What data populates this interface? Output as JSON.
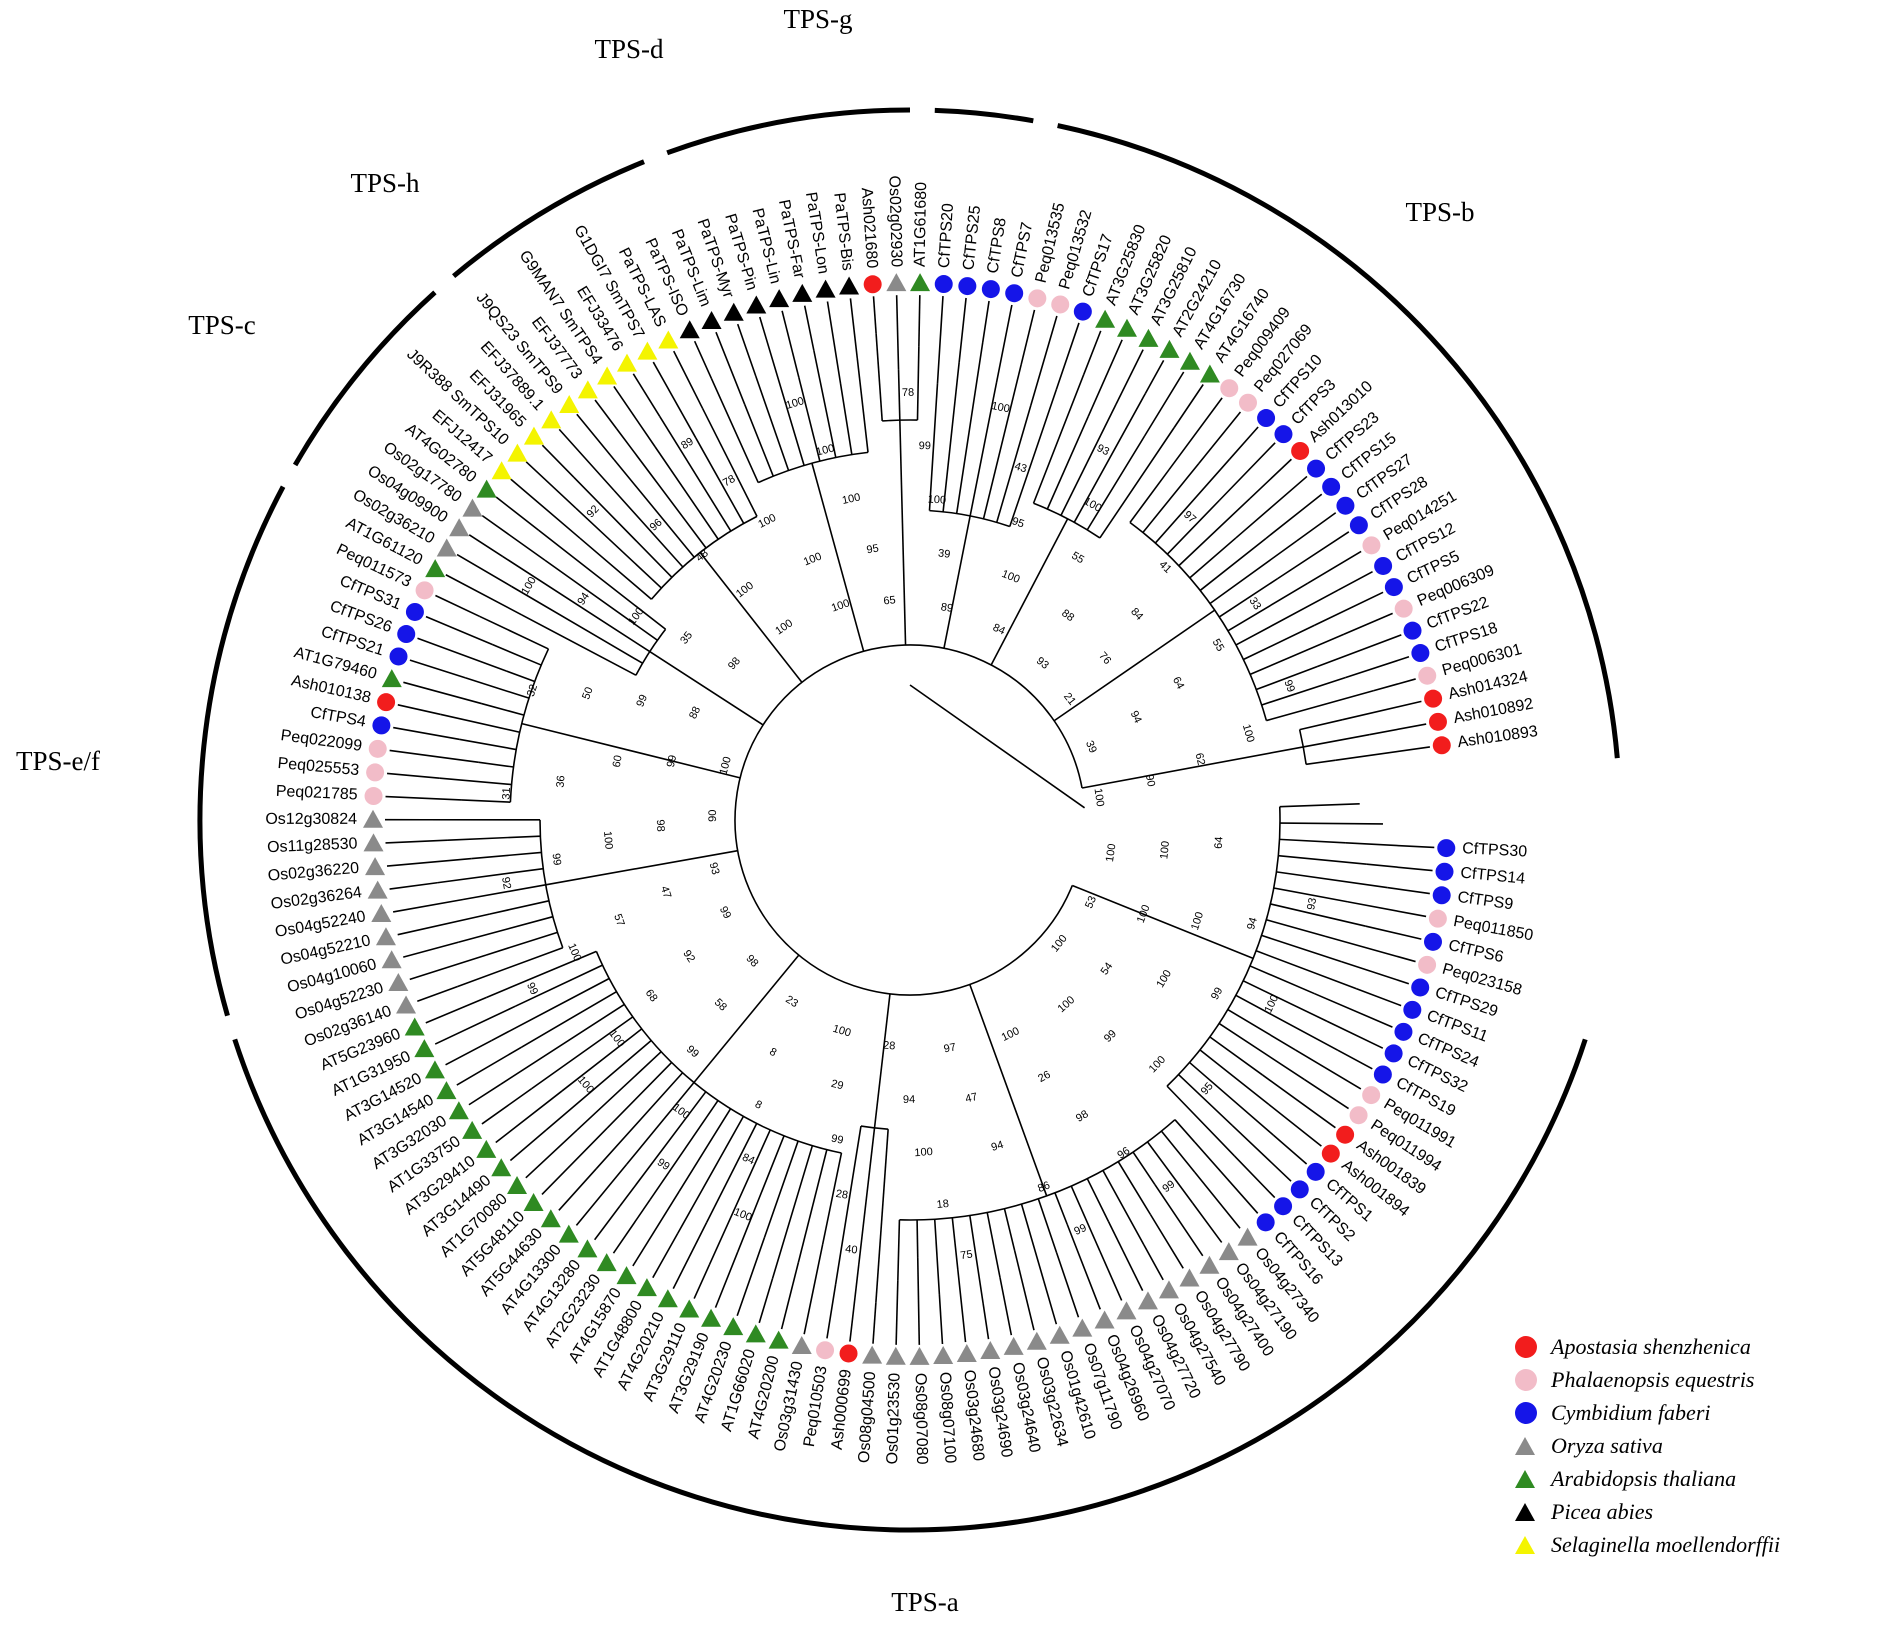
{
  "title": "",
  "clades": [
    {
      "id": "TPS-g",
      "label": "TPS-g"
    },
    {
      "id": "TPS-d",
      "label": "TPS-d"
    },
    {
      "id": "TPS-h",
      "label": "TPS-h"
    },
    {
      "id": "TPS-c",
      "label": "TPS-c"
    },
    {
      "id": "TPS-e/f",
      "label": "TPS-e/f"
    },
    {
      "id": "TPS-a",
      "label": "TPS-a"
    },
    {
      "id": "TPS-b",
      "label": "TPS-b"
    }
  ],
  "species": [
    {
      "key": "ash",
      "name": "Apostasia shenzhenica",
      "marker": "circle",
      "color": "#f21d1d"
    },
    {
      "key": "peq",
      "name": "Phalaenopsis equestris",
      "marker": "circle",
      "color": "#f2bcc8"
    },
    {
      "key": "cf",
      "name": "Cymbidium faberi",
      "marker": "circle",
      "color": "#1515e8"
    },
    {
      "key": "os",
      "name": "Oryza sativa",
      "marker": "triangle",
      "color": "#8a8a8a"
    },
    {
      "key": "at",
      "name": "Arabidopsis thaliana",
      "marker": "triangle",
      "color": "#2f8a22"
    },
    {
      "key": "pa",
      "name": "Picea abies",
      "marker": "triangle",
      "color": "#000000"
    },
    {
      "key": "sm",
      "name": "Selaginella moellendorffii",
      "marker": "triangle",
      "color": "#f4f400"
    }
  ],
  "leaves": [
    {
      "label": "Ash010893",
      "sp": "ash"
    },
    {
      "label": "Ash010892",
      "sp": "ash"
    },
    {
      "label": "Ash014324",
      "sp": "ash"
    },
    {
      "label": "Peq006301",
      "sp": "peq"
    },
    {
      "label": "CfTPS18",
      "sp": "cf"
    },
    {
      "label": "CfTPS22",
      "sp": "cf"
    },
    {
      "label": "Peq006309",
      "sp": "peq"
    },
    {
      "label": "CfTPS5",
      "sp": "cf"
    },
    {
      "label": "CfTPS12",
      "sp": "cf"
    },
    {
      "label": "Peq014251",
      "sp": "peq"
    },
    {
      "label": "CfTPS28",
      "sp": "cf"
    },
    {
      "label": "CfTPS27",
      "sp": "cf"
    },
    {
      "label": "CfTPS15",
      "sp": "cf"
    },
    {
      "label": "CfTPS23",
      "sp": "cf"
    },
    {
      "label": "Ash013010",
      "sp": "ash"
    },
    {
      "label": "CfTPS3",
      "sp": "cf"
    },
    {
      "label": "CfTPS10",
      "sp": "cf"
    },
    {
      "label": "Peq027069",
      "sp": "peq"
    },
    {
      "label": "Peq009409",
      "sp": "peq"
    },
    {
      "label": "AT4G16740",
      "sp": "at"
    },
    {
      "label": "AT4G16730",
      "sp": "at"
    },
    {
      "label": "AT2G24210",
      "sp": "at"
    },
    {
      "label": "AT3G25810",
      "sp": "at"
    },
    {
      "label": "AT3G25820",
      "sp": "at"
    },
    {
      "label": "AT3G25830",
      "sp": "at"
    },
    {
      "label": "CfTPS17",
      "sp": "cf"
    },
    {
      "label": "Peq013532",
      "sp": "peq"
    },
    {
      "label": "Peq013535",
      "sp": "peq"
    },
    {
      "label": "CfTPS7",
      "sp": "cf"
    },
    {
      "label": "CfTPS8",
      "sp": "cf"
    },
    {
      "label": "CfTPS25",
      "sp": "cf"
    },
    {
      "label": "CfTPS20",
      "sp": "cf"
    },
    {
      "label": "AT1G61680",
      "sp": "at"
    },
    {
      "label": "Os02g02930",
      "sp": "os"
    },
    {
      "label": "Ash021680",
      "sp": "ash"
    },
    {
      "label": "PaTPS-Bis",
      "sp": "pa"
    },
    {
      "label": "PaTPS-Lon",
      "sp": "pa"
    },
    {
      "label": "PaTPS-Far",
      "sp": "pa"
    },
    {
      "label": "PaTPS-Lin",
      "sp": "pa"
    },
    {
      "label": "PaTPS-Pin",
      "sp": "pa"
    },
    {
      "label": "PaTPS-Myr",
      "sp": "pa"
    },
    {
      "label": "PaTPS-Lim",
      "sp": "pa"
    },
    {
      "label": "PaTPS-ISO",
      "sp": "pa"
    },
    {
      "label": "PaTPS-LAS",
      "sp": "sm"
    },
    {
      "label": "G1DGI7 SmTPS7",
      "sp": "sm"
    },
    {
      "label": "EFJ33476",
      "sp": "sm"
    },
    {
      "label": "G9MAN7 SmTPS4",
      "sp": "sm"
    },
    {
      "label": "EFJ37773",
      "sp": "sm"
    },
    {
      "label": "J9QS23 SmTPS9",
      "sp": "sm"
    },
    {
      "label": "EFJ37889.1",
      "sp": "sm"
    },
    {
      "label": "EFJ31965",
      "sp": "sm"
    },
    {
      "label": "J9R388 SmTPS10",
      "sp": "sm"
    },
    {
      "label": "EFJ12417",
      "sp": "sm"
    },
    {
      "label": "AT4G02780",
      "sp": "at"
    },
    {
      "label": "Os02g17780",
      "sp": "os"
    },
    {
      "label": "Os04g09900",
      "sp": "os"
    },
    {
      "label": "Os02g36210",
      "sp": "os"
    },
    {
      "label": "AT1G61120",
      "sp": "at"
    },
    {
      "label": "Peq011573",
      "sp": "peq"
    },
    {
      "label": "CfTPS31",
      "sp": "cf"
    },
    {
      "label": "CfTPS26",
      "sp": "cf"
    },
    {
      "label": "CfTPS21",
      "sp": "cf"
    },
    {
      "label": "AT1G79460",
      "sp": "at"
    },
    {
      "label": "Ash010138",
      "sp": "ash"
    },
    {
      "label": "CfTPS4",
      "sp": "cf"
    },
    {
      "label": "Peq022099",
      "sp": "peq"
    },
    {
      "label": "Peq025553",
      "sp": "peq"
    },
    {
      "label": "Peq021785",
      "sp": "peq"
    },
    {
      "label": "Os12g30824",
      "sp": "os"
    },
    {
      "label": "Os11g28530",
      "sp": "os"
    },
    {
      "label": "Os02g36220",
      "sp": "os"
    },
    {
      "label": "Os02g36264",
      "sp": "os"
    },
    {
      "label": "Os04g52240",
      "sp": "os"
    },
    {
      "label": "Os04g52210",
      "sp": "os"
    },
    {
      "label": "Os04g10060",
      "sp": "os"
    },
    {
      "label": "Os04g52230",
      "sp": "os"
    },
    {
      "label": "Os02g36140",
      "sp": "os"
    },
    {
      "label": "AT5G23960",
      "sp": "at"
    },
    {
      "label": "AT1G31950",
      "sp": "at"
    },
    {
      "label": "AT3G14520",
      "sp": "at"
    },
    {
      "label": "AT3G14540",
      "sp": "at"
    },
    {
      "label": "AT3G32030",
      "sp": "at"
    },
    {
      "label": "AT1G33750",
      "sp": "at"
    },
    {
      "label": "AT3G29410",
      "sp": "at"
    },
    {
      "label": "AT3G14490",
      "sp": "at"
    },
    {
      "label": "AT1G70080",
      "sp": "at"
    },
    {
      "label": "AT5G48110",
      "sp": "at"
    },
    {
      "label": "AT5G44630",
      "sp": "at"
    },
    {
      "label": "AT4G13300",
      "sp": "at"
    },
    {
      "label": "AT4G13280",
      "sp": "at"
    },
    {
      "label": "AT2G23230",
      "sp": "at"
    },
    {
      "label": "AT4G15870",
      "sp": "at"
    },
    {
      "label": "AT1G48800",
      "sp": "at"
    },
    {
      "label": "AT4G20210",
      "sp": "at"
    },
    {
      "label": "AT3G29110",
      "sp": "at"
    },
    {
      "label": "AT3G29190",
      "sp": "at"
    },
    {
      "label": "AT4G20230",
      "sp": "at"
    },
    {
      "label": "AT1G66020",
      "sp": "at"
    },
    {
      "label": "AT4G20200",
      "sp": "at"
    },
    {
      "label": "Os03g31430",
      "sp": "os"
    },
    {
      "label": "Peq010503",
      "sp": "peq"
    },
    {
      "label": "Ash000699",
      "sp": "ash"
    },
    {
      "label": "Os08g04500",
      "sp": "os"
    },
    {
      "label": "Os01g23530",
      "sp": "os"
    },
    {
      "label": "Os08g07080",
      "sp": "os"
    },
    {
      "label": "Os08g07100",
      "sp": "os"
    },
    {
      "label": "Os03g24680",
      "sp": "os"
    },
    {
      "label": "Os03g24690",
      "sp": "os"
    },
    {
      "label": "Os03g24640",
      "sp": "os"
    },
    {
      "label": "Os03g22634",
      "sp": "os"
    },
    {
      "label": "Os01g42610",
      "sp": "os"
    },
    {
      "label": "Os07g11790",
      "sp": "os"
    },
    {
      "label": "Os04g26960",
      "sp": "os"
    },
    {
      "label": "Os04g27070",
      "sp": "os"
    },
    {
      "label": "Os04g27720",
      "sp": "os"
    },
    {
      "label": "Os04g27540",
      "sp": "os"
    },
    {
      "label": "Os04g27790",
      "sp": "os"
    },
    {
      "label": "Os04g27400",
      "sp": "os"
    },
    {
      "label": "Os04g27190",
      "sp": "os"
    },
    {
      "label": "Os04g27340",
      "sp": "os"
    },
    {
      "label": "CfTPS16",
      "sp": "cf"
    },
    {
      "label": "CfTPS13",
      "sp": "cf"
    },
    {
      "label": "CfTPS2",
      "sp": "cf"
    },
    {
      "label": "CfTPS1",
      "sp": "cf"
    },
    {
      "label": "Ash001894",
      "sp": "ash"
    },
    {
      "label": "Ash001839",
      "sp": "ash"
    },
    {
      "label": "Peq011994",
      "sp": "peq"
    },
    {
      "label": "Peq011991",
      "sp": "peq"
    },
    {
      "label": "CfTPS19",
      "sp": "cf"
    },
    {
      "label": "CfTPS32",
      "sp": "cf"
    },
    {
      "label": "CfTPS24",
      "sp": "cf"
    },
    {
      "label": "CfTPS11",
      "sp": "cf"
    },
    {
      "label": "CfTPS29",
      "sp": "cf"
    },
    {
      "label": "Peq023158",
      "sp": "peq"
    },
    {
      "label": "CfTPS6",
      "sp": "cf"
    },
    {
      "label": "Peq011850",
      "sp": "peq"
    },
    {
      "label": "CfTPS9",
      "sp": "cf"
    },
    {
      "label": "CfTPS14",
      "sp": "cf"
    },
    {
      "label": "CfTPS30",
      "sp": "cf"
    }
  ],
  "bootstrap": [
    "100",
    "90",
    "62",
    "100",
    "99",
    "39",
    "94",
    "64",
    "55",
    "33",
    "21",
    "76",
    "84",
    "41",
    "97",
    "93",
    "88",
    "55",
    "100",
    "93",
    "84",
    "100",
    "95",
    "43",
    "100",
    "89",
    "39",
    "100",
    "99",
    "78",
    "65",
    "95",
    "100",
    "100",
    "100",
    "100",
    "100",
    "100",
    "78",
    "89",
    "100",
    "100",
    "48",
    "96",
    "92",
    "98",
    "35",
    "100",
    "94",
    "100",
    "88",
    "99",
    "50",
    "32",
    "100",
    "99",
    "60",
    "36",
    "31",
    "90",
    "98",
    "100",
    "99",
    "92",
    "93",
    "47",
    "57",
    "100",
    "99",
    "99",
    "92",
    "68",
    "100",
    "100",
    "98",
    "58",
    "99",
    "100",
    "99",
    "23",
    "8",
    "8",
    "84",
    "100",
    "100",
    "29",
    "99",
    "28",
    "40",
    "28",
    "94",
    "100",
    "18",
    "75",
    "97",
    "47",
    "94",
    "86",
    "99",
    "100",
    "26",
    "98",
    "96",
    "99",
    "100",
    "99",
    "100",
    "95",
    "100",
    "54",
    "100",
    "99",
    "100",
    "53",
    "100",
    "100",
    "94",
    "93",
    "100",
    "100",
    "64"
  ]
}
